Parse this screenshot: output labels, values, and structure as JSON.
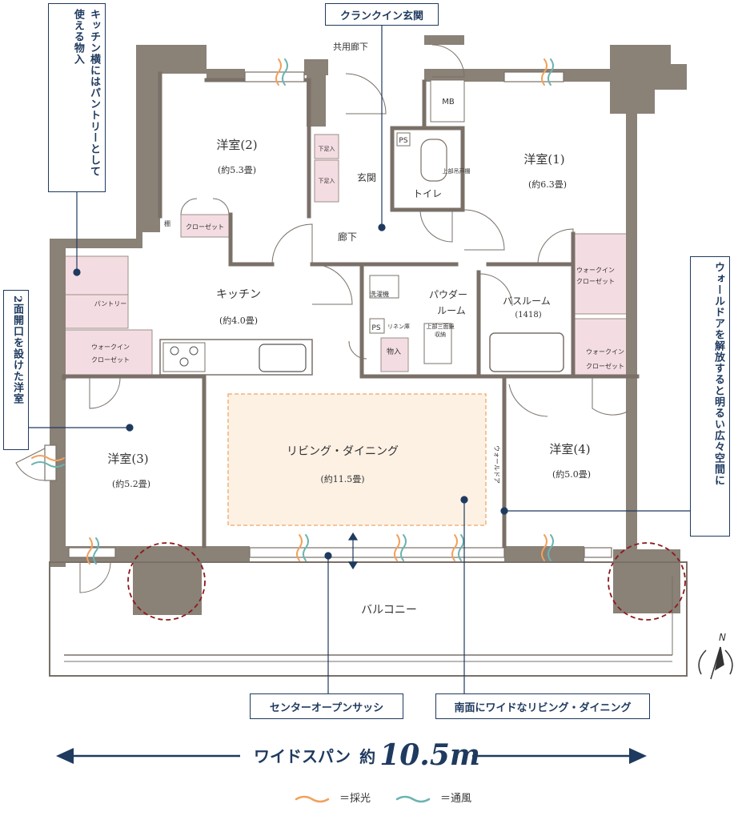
{
  "rooms": {
    "western1": {
      "name": "洋室(1)",
      "area": "(約6.3畳)"
    },
    "western2": {
      "name": "洋室(2)",
      "area": "(約5.3畳)"
    },
    "western3": {
      "name": "洋室(3)",
      "area": "(約5.2畳)"
    },
    "western4": {
      "name": "洋室(4)",
      "area": "(約5.0畳)"
    },
    "kitchen": {
      "name": "キッチン",
      "area": "(約4.0畳)"
    },
    "living": {
      "name": "リビング・ダイニング",
      "area": "(約11.5畳)"
    },
    "powder": {
      "name1": "パウダー",
      "name2": "ルーム"
    },
    "bath": {
      "name": "バスルーム",
      "size": "(1418)"
    },
    "toilet": "トイレ",
    "entrance": "玄関",
    "hallway": "廊下",
    "shared_corridor": "共用廊下",
    "balcony": "バルコニー"
  },
  "small_labels": {
    "mb": "MB",
    "ps1": "PS",
    "ps2": "PS",
    "shoe1": "下足入",
    "shoe2": "下足入",
    "upper_cabinet": "上部吊戸棚",
    "shelf": "棚",
    "closet2": "クローゼット",
    "pantry": "パントリー",
    "wic_kitchen1": "ウォークイン",
    "wic_kitchen2": "クローゼット",
    "wic_right_top1": "ウォークイン",
    "wic_right_top2": "クローゼット",
    "wic_right_bottom1": "ウォークイン",
    "wic_right_bottom2": "クローゼット",
    "washer": "洗濯機",
    "linen": "リネン庫",
    "mirror1": "上部三面鏡",
    "mirror2": "収納",
    "storage": "物入",
    "walk_door": "ウォールドア",
    "north": "N"
  },
  "callouts": {
    "entrance_crank": "クランクイン玄関",
    "pantry_storage": "キッチン横にはパントリーとして使える物入",
    "two_side": "2面開口を設けた洋室",
    "wall_door": "ウォールドアを解放すると明るい広々空間に",
    "center_sash": "センターオープンサッシ",
    "south_wide": "南面にワイドなリビング・ダイニング"
  },
  "width_span": {
    "label": "ワイドスパン",
    "prefix": "約",
    "value": "10.5m"
  },
  "legend": {
    "light": "＝採光",
    "wind": "＝通風"
  },
  "colors": {
    "wall": "#8a8177",
    "closet": "#f4dde2",
    "callout": "#1f3a5f",
    "light": "#f0a15a",
    "wind": "#6bb3b0",
    "column_dash": "#8b1a1a"
  }
}
